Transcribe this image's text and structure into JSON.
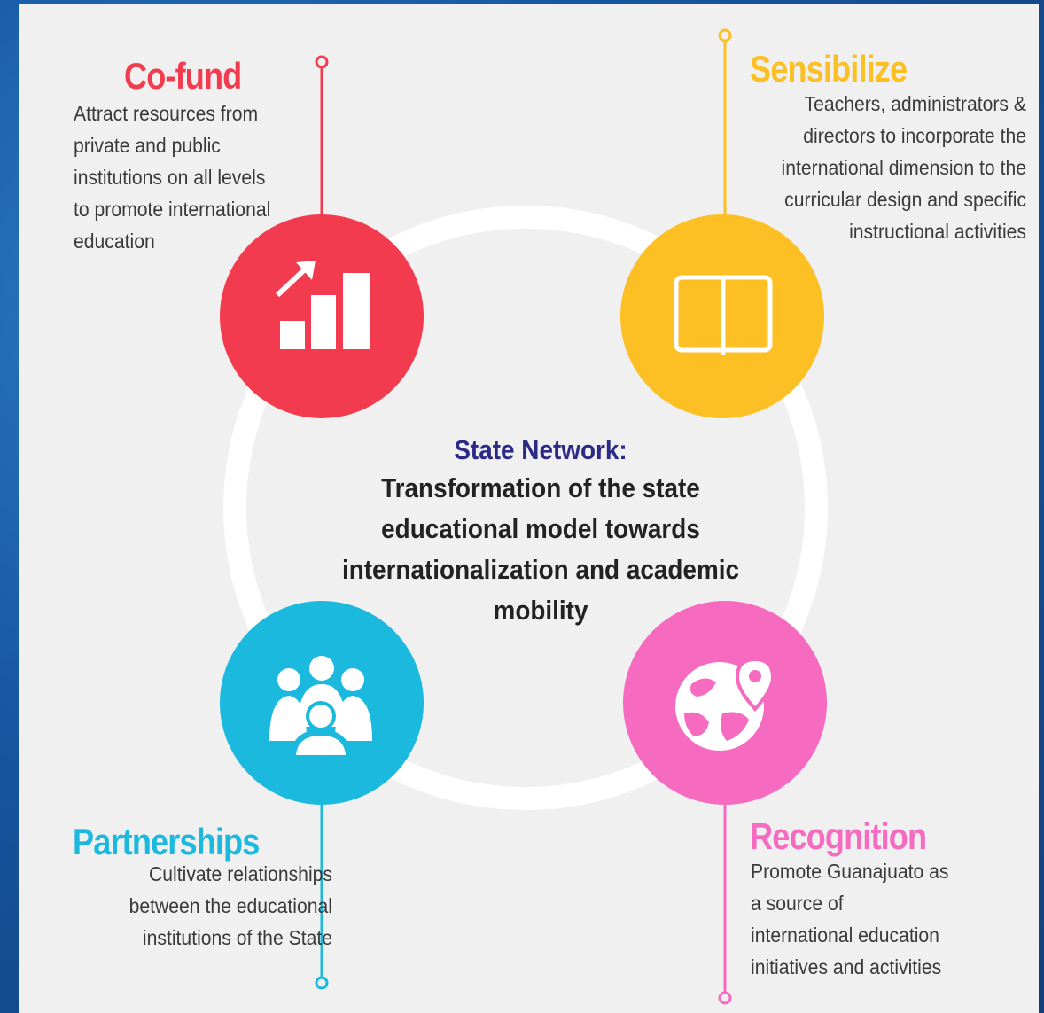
{
  "colors": {
    "cofund": "#f33b4f",
    "sensibilize": "#fcbf24",
    "partnerships": "#1ab9dd",
    "recognition": "#f66ac0",
    "center_title": "#2d2a86"
  },
  "center": {
    "title": "State Network:",
    "line1": "Transformation of the state",
    "line2": "educational model towards",
    "line3": "internationalization and academic",
    "line4": "mobility"
  },
  "cofund": {
    "title": "Co-fund",
    "desc1": "Attract resources from",
    "desc2": "private and public",
    "desc3": "institutions on all levels",
    "desc4": "to promote international",
    "desc5": "education",
    "icon": "bar-chart-growth-icon"
  },
  "sensibilize": {
    "title": "Sensibilize",
    "desc1": "Teachers, administrators &",
    "desc2": "directors to incorporate the",
    "desc3": "international dimension to the",
    "desc4": "curricular design and specific",
    "desc5": "instructional activities",
    "icon": "open-book-icon"
  },
  "partnerships": {
    "title": "Partnerships",
    "desc1": "Cultivate relationships",
    "desc2": "between the educational",
    "desc3": "institutions of the State",
    "icon": "people-group-icon"
  },
  "recognition": {
    "title": "Recognition",
    "desc1": "Promote Guanajuato as",
    "desc2": "a source of",
    "desc3": "international education",
    "desc4": "initiatives and activities",
    "icon": "globe-pin-icon"
  }
}
